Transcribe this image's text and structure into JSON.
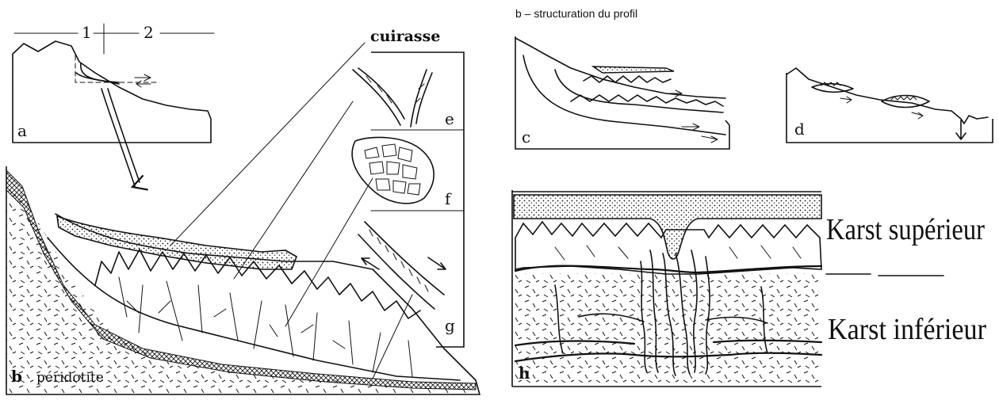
{
  "panel_b_caption": "b – structuration du profil",
  "profile_zones": {
    "zone1": "1",
    "zone2": "2"
  },
  "labels": {
    "a": "a",
    "b": "b",
    "c": "c",
    "d": "d",
    "e": "e",
    "f": "f",
    "g": "g",
    "h": "h",
    "cuirasse": "cuirasse",
    "peridotite": "péridotite"
  },
  "karst": {
    "upper": "Karst supérieur",
    "lower": "Karst inférieur"
  }
}
